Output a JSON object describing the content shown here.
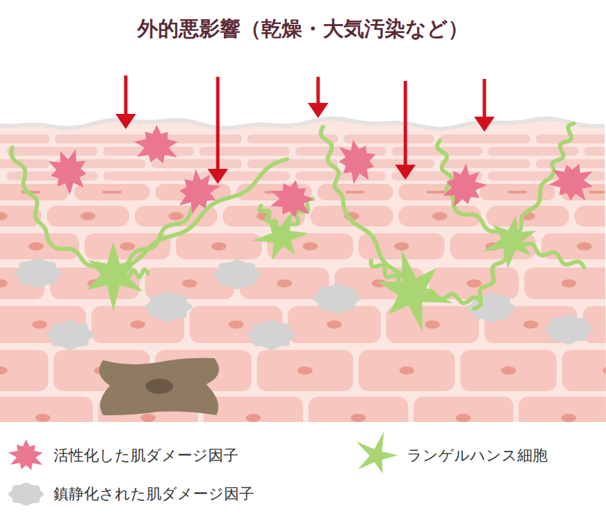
{
  "diagram": {
    "title": "外的悪影響（乾燥・大気汚染など）",
    "legend": [
      {
        "text": "活性化した肌ダメージ因子"
      },
      {
        "text": "鎮静化された肌ダメージ因子"
      },
      {
        "text": "ランゲルハンス細胞"
      }
    ]
  }
}
